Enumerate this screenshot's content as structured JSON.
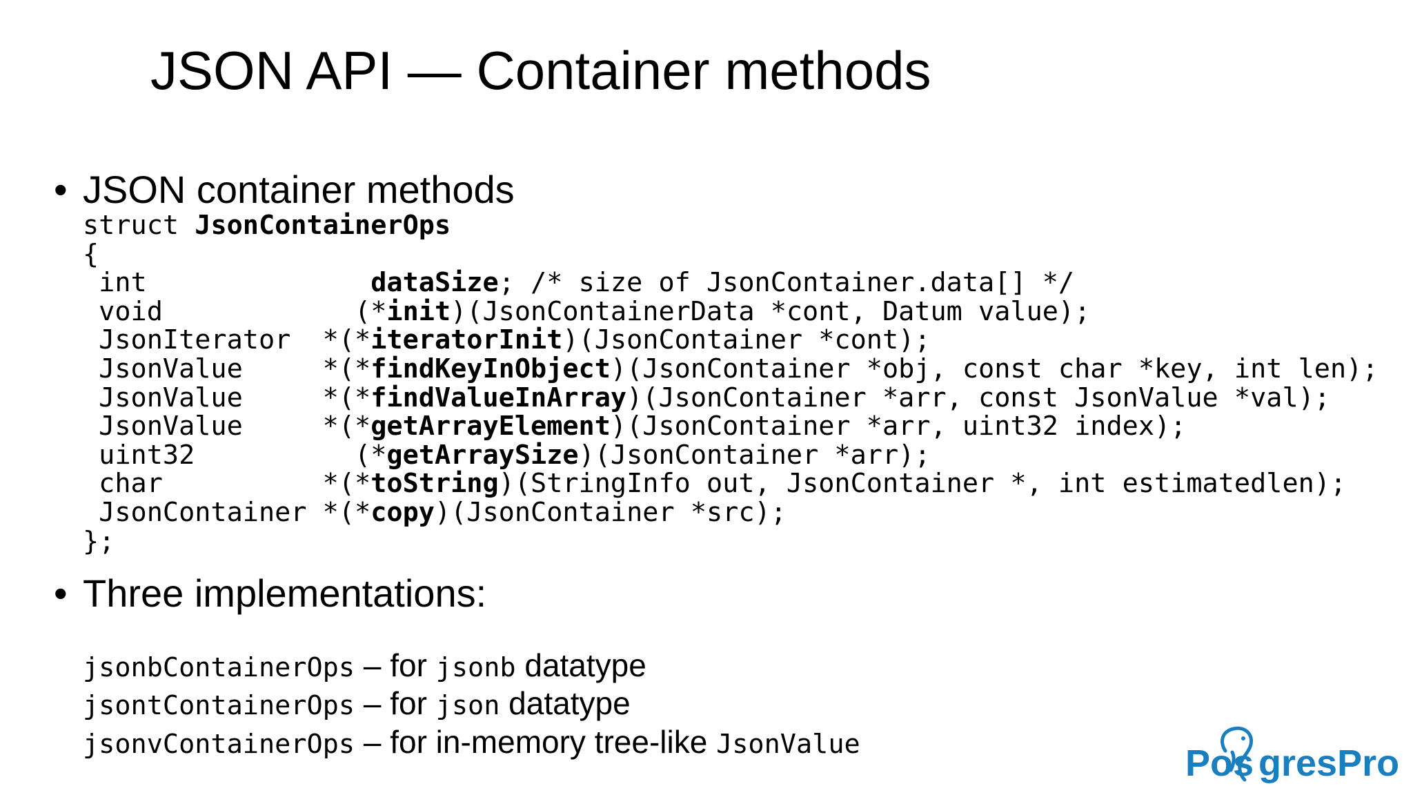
{
  "title": "JSON API — Container methods",
  "bullets": {
    "first": "JSON container methods",
    "second": "Three implementations:"
  },
  "code": {
    "l01a": "struct ",
    "l01b": "JsonContainerOps",
    "l02": "{",
    "l03a": " int              ",
    "l03b": "dataSize",
    "l03c": "; /* size of JsonContainer.data[] */",
    "l04a": " void            (*",
    "l04b": "init",
    "l04c": ")(JsonContainerData *cont, Datum value);",
    "l05a": " JsonIterator  *(*",
    "l05b": "iteratorInit",
    "l05c": ")(JsonContainer *cont);",
    "l06a": " JsonValue     *(*",
    "l06b": "findKeyInObject",
    "l06c": ")(JsonContainer *obj, const char *key, int len);",
    "l07a": " JsonValue     *(*",
    "l07b": "findValueInArray",
    "l07c": ")(JsonContainer *arr, const JsonValue *val);",
    "l08a": " JsonValue     *(*",
    "l08b": "getArrayElement",
    "l08c": ")(JsonContainer *arr, uint32 index);",
    "l09a": " uint32          (*",
    "l09b": "getArraySize",
    "l09c": ")(JsonContainer *arr);",
    "l10a": " char          *(*",
    "l10b": "toString",
    "l10c": ")(StringInfo out, JsonContainer *, int estimatedlen);",
    "l11a": " JsonContainer *(*",
    "l11b": "copy",
    "l11c": ")(JsonContainer *src);",
    "l12": "};"
  },
  "implementations": [
    {
      "name": "jsonbContainerOps",
      "dash": " – ",
      "pre": "for ",
      "type": "jsonb",
      "post": " datatype"
    },
    {
      "name": "jsontContainerOps",
      "dash": " – ",
      "pre": "for ",
      "type": "json",
      "post": " datatype"
    },
    {
      "name": "jsonvContainerOps",
      "dash": " – ",
      "pre": "for in-memory tree-like ",
      "type": "JsonValue",
      "post": ""
    }
  ],
  "logo": {
    "text_a": "Pos",
    "text_b": "gresPro",
    "icon": "elephant-icon",
    "color": "#1a7fbf"
  }
}
